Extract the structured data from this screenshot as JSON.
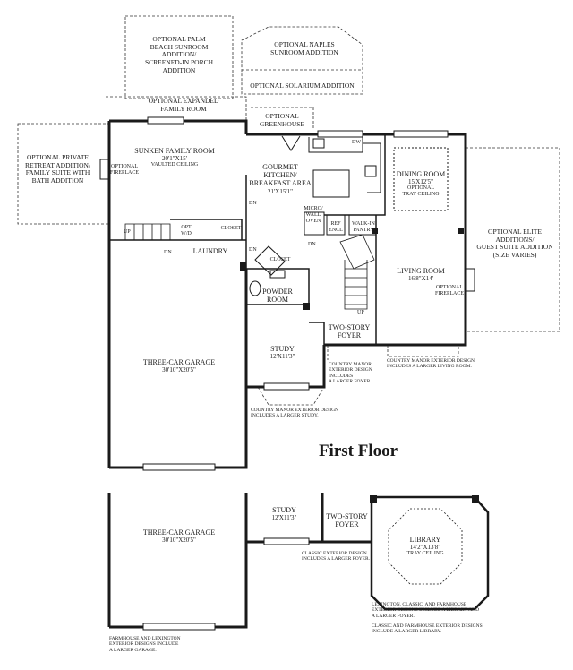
{
  "title": "First Floor",
  "options": {
    "palm_beach": [
      "OPTIONAL PALM",
      "BEACH SUNROOM",
      "ADDITION/",
      "SCREENED-IN PORCH",
      "ADDITION"
    ],
    "naples": [
      "OPTIONAL NAPLES",
      "SUNROOM ADDITION"
    ],
    "solarium": "OPTIONAL SOLARIUM ADDITION",
    "expanded_family": [
      "OPTIONAL EXPANDED",
      "FAMILY ROOM"
    ],
    "greenhouse": [
      "OPTIONAL",
      "GREENHOUSE"
    ],
    "private_retreat": [
      "OPTIONAL PRIVATE",
      "RETREAT ADDITION/",
      "FAMILY SUITE WITH",
      "BATH ADDITION"
    ],
    "elite": [
      "OPTIONAL ELITE",
      "ADDITIONS/",
      "GUEST SUITE ADDITION",
      "(SIZE VARIES)"
    ]
  },
  "rooms": {
    "family": {
      "name": "SUNKEN FAMILY ROOM",
      "dim": "20'1\"X15'",
      "note": "VAULTED CEILING"
    },
    "fireplace_left": [
      "OPTIONAL",
      "FIREPLACE"
    ],
    "kitchen": {
      "name": [
        "GOURMET",
        "KITCHEN/",
        "BREAKFAST AREA"
      ],
      "dim": "21'X15'1\""
    },
    "dining": {
      "name": "DINING ROOM",
      "dim": "15'X12'5\"",
      "note": [
        "OPTIONAL",
        "TRAY CEILING"
      ]
    },
    "micro": [
      "MICRO/",
      "WALL",
      "OVEN"
    ],
    "ref": [
      "REF",
      "ENCL"
    ],
    "pantry": [
      "WALK-IN",
      "PANTRY"
    ],
    "living": {
      "name": "LIVING ROOM",
      "dim": "16'8\"X14'"
    },
    "fireplace_right": [
      "OPTIONAL",
      "FIREPLACE"
    ],
    "laundry": "LAUNDRY",
    "opt_wd": [
      "OPT",
      "W/D"
    ],
    "closet": "CLOSET",
    "powder": [
      "POWDER",
      "ROOM"
    ],
    "study": {
      "name": "STUDY",
      "dim": "12'X11'3\""
    },
    "foyer": [
      "TWO-STORY",
      "FOYER"
    ],
    "garage": {
      "name": "THREE-CAR GARAGE",
      "dim": "30'10\"X20'5\""
    },
    "library": {
      "name": "LIBRARY",
      "dim": "14'2\"X13'8\"",
      "note": "TRAY CEILING"
    }
  },
  "notes": {
    "country_living": [
      "COUNTRY MANOR EXTERIOR DESIGN",
      "INCLUDES A LARGER LIVING ROOM."
    ],
    "country_foyer": [
      "COUNTRY MANOR",
      "EXTERIOR DESIGN",
      "INCLUDES",
      "A LARGER FOYER."
    ],
    "country_study": [
      "COUNTRY MANOR EXTERIOR DESIGN",
      "INCLUDES A LARGER STUDY."
    ],
    "classic_foyer": [
      "CLASSIC EXTERIOR DESIGN",
      "INCLUDES A LARGER FOYER."
    ],
    "library_1": [
      "LEXINGTON, CLASSIC, AND FARMHOUSE",
      "EXTERIOR DESIGNS INCLUDE A LIBRARY AND",
      "A LARGER FOYER."
    ],
    "library_2": [
      "CLASSIC AND FARMHOUSE EXTERIOR DESIGNS",
      "INCLUDE A LARGER LIBRARY."
    ],
    "garage": [
      "FARMHOUSE AND LEXINGTON",
      "EXTERIOR DESIGNS INCLUDE",
      "A LARGER GARAGE."
    ]
  },
  "markers": {
    "up": "UP",
    "dn": "DN",
    "dw": "DW"
  }
}
